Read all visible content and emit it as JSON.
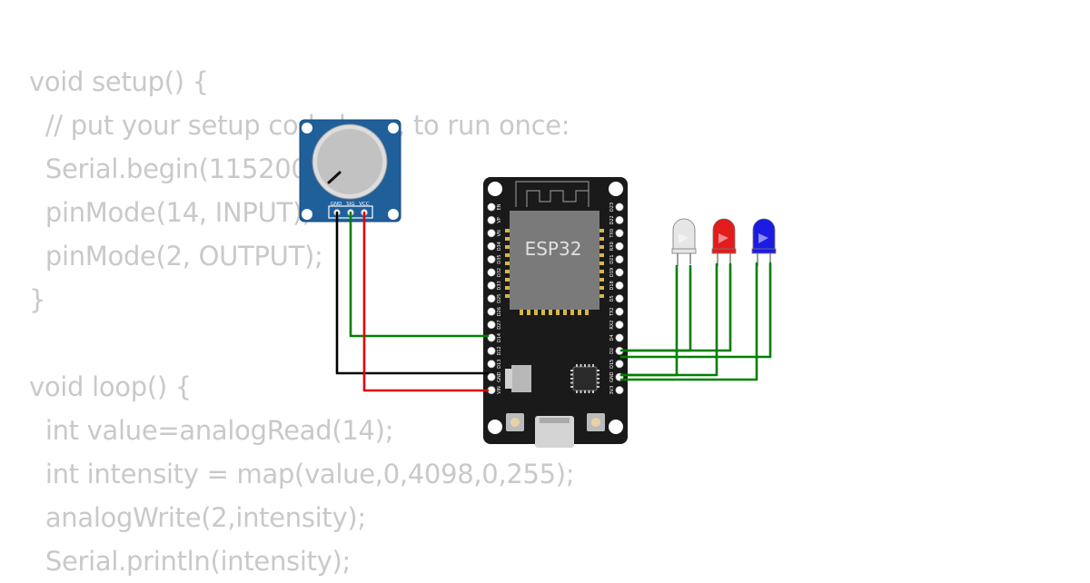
{
  "code": {
    "lines": [
      "void setup() {",
      "  // put your setup code here, to run once:",
      "  Serial.begin(115200);",
      "  pinMode(14, INPUT);",
      "  pinMode(2, OUTPUT);",
      "}",
      "",
      "void loop() {",
      "  int value=analogRead(14);",
      "  int intensity = map(value,0,4098,0,255);",
      "  analogWrite(2,intensity);",
      "  Serial.println(intensity);"
    ]
  },
  "board": {
    "label": "ESP32",
    "left_pins": [
      "EN",
      "VP",
      "VN",
      "D34",
      "D35",
      "D32",
      "D33",
      "D25",
      "D26",
      "D27",
      "D14",
      "D12",
      "D13",
      "GND",
      "VIN"
    ],
    "right_pins": [
      "D23",
      "D22",
      "TX0",
      "RX0",
      "D21",
      "D19",
      "D18",
      "D5",
      "TX2",
      "RX2",
      "D4",
      "D2",
      "D15",
      "GND",
      "3V3"
    ]
  },
  "potentiometer": {
    "pins": [
      "GND",
      "SIG",
      "VCC"
    ]
  },
  "leds": [
    {
      "color_name": "white",
      "color": "#e6e6e6"
    },
    {
      "color_name": "red",
      "color": "#e31b1b"
    },
    {
      "color_name": "blue",
      "color": "#1b1be3"
    }
  ],
  "colors": {
    "board": "#1a1a1a",
    "pot_board": "#1f5f9a",
    "wire_signal": "#008000",
    "wire_ground": "#000000",
    "wire_power": "#e00000",
    "code_text": "#c9c9c9"
  }
}
